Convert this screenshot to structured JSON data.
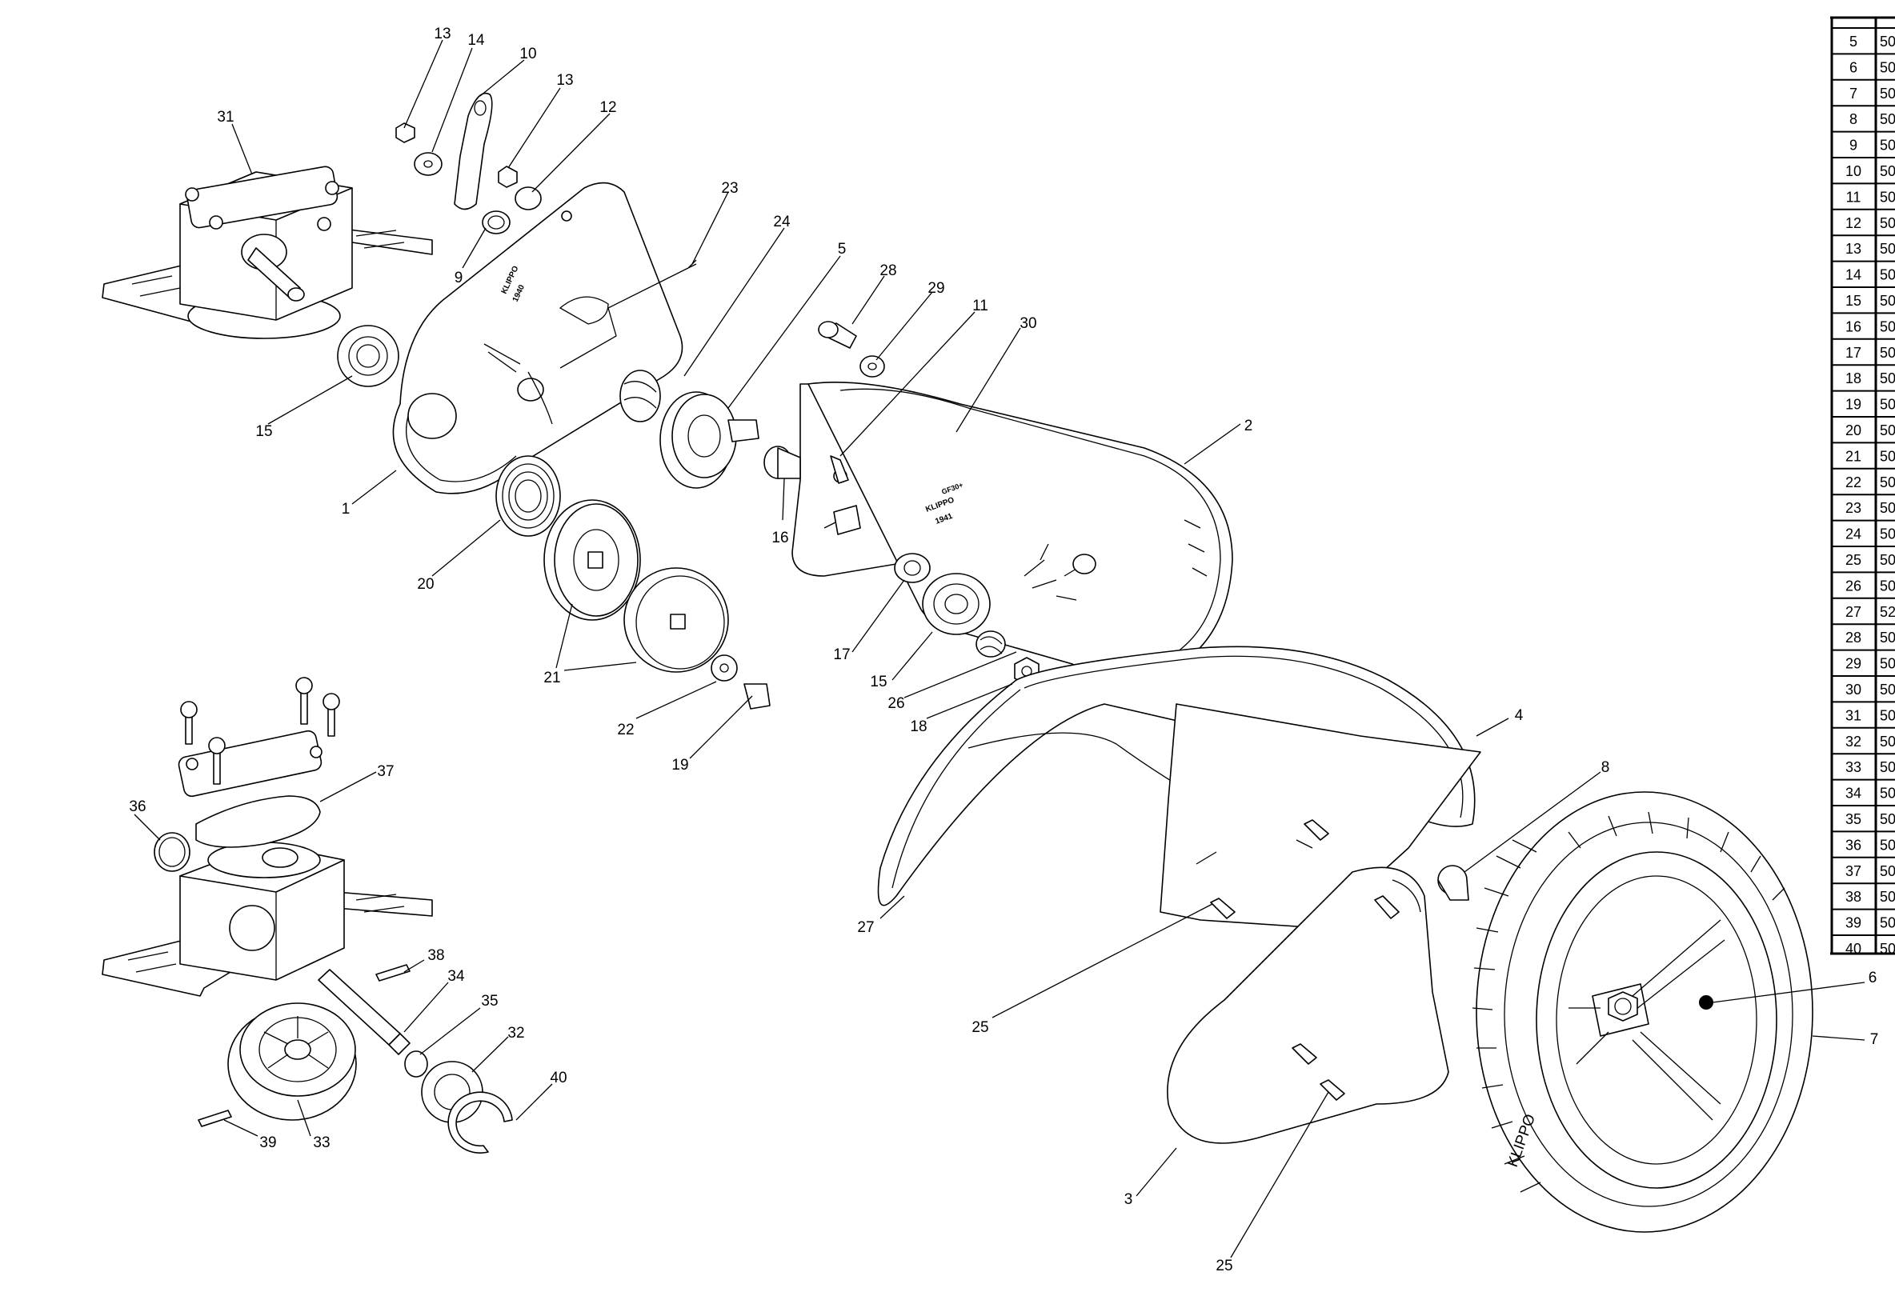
{
  "callouts": [
    {
      "id": "c13a",
      "text": "13"
    },
    {
      "id": "c14",
      "text": "14"
    },
    {
      "id": "c10",
      "text": "10"
    },
    {
      "id": "c13b",
      "text": "13"
    },
    {
      "id": "c12",
      "text": "12"
    },
    {
      "id": "c31",
      "text": "31"
    },
    {
      "id": "c9",
      "text": "9"
    },
    {
      "id": "c23",
      "text": "23"
    },
    {
      "id": "c24",
      "text": "24"
    },
    {
      "id": "c5",
      "text": "5"
    },
    {
      "id": "c28",
      "text": "28"
    },
    {
      "id": "c29",
      "text": "29"
    },
    {
      "id": "c11",
      "text": "11"
    },
    {
      "id": "c30",
      "text": "30"
    },
    {
      "id": "c2",
      "text": "2"
    },
    {
      "id": "c15a",
      "text": "15"
    },
    {
      "id": "c1",
      "text": "1"
    },
    {
      "id": "c16",
      "text": "16"
    },
    {
      "id": "c20",
      "text": "20"
    },
    {
      "id": "c17",
      "text": "17"
    },
    {
      "id": "c15b",
      "text": "15"
    },
    {
      "id": "c21",
      "text": "21"
    },
    {
      "id": "c26",
      "text": "26"
    },
    {
      "id": "c18",
      "text": "18"
    },
    {
      "id": "c22",
      "text": "22"
    },
    {
      "id": "c19",
      "text": "19"
    },
    {
      "id": "c4",
      "text": "4"
    },
    {
      "id": "c8",
      "text": "8"
    },
    {
      "id": "c37",
      "text": "37"
    },
    {
      "id": "c36",
      "text": "36"
    },
    {
      "id": "c27",
      "text": "27"
    },
    {
      "id": "c6",
      "text": "6"
    },
    {
      "id": "c7",
      "text": "7"
    },
    {
      "id": "c25a",
      "text": "25"
    },
    {
      "id": "c38",
      "text": "38"
    },
    {
      "id": "c34",
      "text": "34"
    },
    {
      "id": "c35",
      "text": "35"
    },
    {
      "id": "c32",
      "text": "32"
    },
    {
      "id": "c40",
      "text": "40"
    },
    {
      "id": "c39",
      "text": "39"
    },
    {
      "id": "c33",
      "text": "33"
    },
    {
      "id": "c3",
      "text": "3"
    },
    {
      "id": "c25b",
      "text": "25"
    }
  ],
  "stamps": [
    {
      "id": "s1a",
      "text": "KLIPPO"
    },
    {
      "id": "s1b",
      "text": "1940"
    },
    {
      "id": "s2a",
      "text": "GF30+"
    },
    {
      "id": "s2b",
      "text": "KLIPPO"
    },
    {
      "id": "s2c",
      "text": "1941"
    }
  ],
  "tire_text": "KLIPPO",
  "parts_table": {
    "rows": [
      {
        "no": "5",
        "code": "50"
      },
      {
        "no": "6",
        "code": "50"
      },
      {
        "no": "7",
        "code": "50"
      },
      {
        "no": "8",
        "code": "50"
      },
      {
        "no": "9",
        "code": "50"
      },
      {
        "no": "10",
        "code": "50"
      },
      {
        "no": "11",
        "code": "50"
      },
      {
        "no": "12",
        "code": "50"
      },
      {
        "no": "13",
        "code": "50"
      },
      {
        "no": "14",
        "code": "50"
      },
      {
        "no": "15",
        "code": "50"
      },
      {
        "no": "16",
        "code": "50"
      },
      {
        "no": "17",
        "code": "50"
      },
      {
        "no": "18",
        "code": "50"
      },
      {
        "no": "19",
        "code": "50"
      },
      {
        "no": "20",
        "code": "50"
      },
      {
        "no": "21",
        "code": "50"
      },
      {
        "no": "22",
        "code": "50"
      },
      {
        "no": "23",
        "code": "50"
      },
      {
        "no": "24",
        "code": "50"
      },
      {
        "no": "25",
        "code": "50"
      },
      {
        "no": "26",
        "code": "50"
      },
      {
        "no": "27",
        "code": "52"
      },
      {
        "no": "28",
        "code": "50"
      },
      {
        "no": "29",
        "code": "50"
      },
      {
        "no": "30",
        "code": "50"
      },
      {
        "no": "31",
        "code": "50"
      },
      {
        "no": "32",
        "code": "50"
      },
      {
        "no": "33",
        "code": "50"
      },
      {
        "no": "34",
        "code": "50"
      },
      {
        "no": "35",
        "code": "50"
      },
      {
        "no": "36",
        "code": "50"
      },
      {
        "no": "37",
        "code": "50"
      },
      {
        "no": "38",
        "code": "50"
      },
      {
        "no": "39",
        "code": "50"
      },
      {
        "no": "40",
        "code": "50"
      }
    ]
  }
}
